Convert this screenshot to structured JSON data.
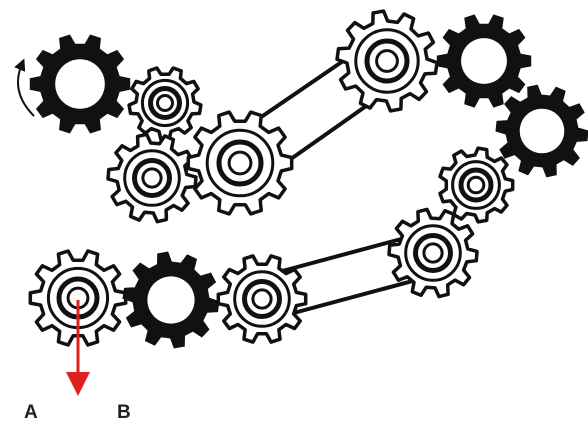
{
  "labels": {
    "a": "A",
    "b": "B"
  },
  "colors": {
    "gear_black": "#111111",
    "gear_white": "#ffffff",
    "outline": "#111111",
    "arrow": "#e02020"
  },
  "gears": [
    {
      "id": "gear-black-top-left",
      "style": "solid"
    },
    {
      "id": "gear-small-top",
      "style": "ring"
    },
    {
      "id": "gear-left-middle",
      "style": "ring"
    },
    {
      "id": "gear-center-middle",
      "style": "ring"
    },
    {
      "id": "gear-top-center",
      "style": "ring"
    },
    {
      "id": "gear-black-top-right",
      "style": "solid"
    },
    {
      "id": "gear-black-right",
      "style": "solid"
    },
    {
      "id": "gear-right-small",
      "style": "ring"
    },
    {
      "id": "gear-right-lower",
      "style": "ring"
    },
    {
      "id": "gear-bottom-left",
      "style": "ring"
    },
    {
      "id": "gear-black-bottom",
      "style": "solid"
    },
    {
      "id": "gear-bottom-middle",
      "style": "ring"
    }
  ],
  "belts": [
    {
      "id": "belt-upper",
      "from": "gear-center-middle",
      "to": "gear-top-center"
    },
    {
      "id": "belt-lower",
      "from": "gear-bottom-middle",
      "to": "gear-right-lower"
    }
  ],
  "icons": {
    "rotation": "rotation-arrow-icon",
    "force": "force-arrow-icon"
  }
}
